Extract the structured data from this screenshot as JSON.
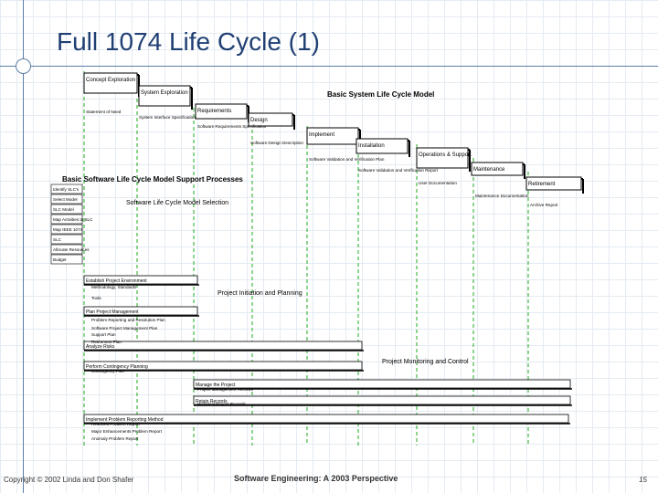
{
  "slide": {
    "title": "Full 1074 Life Cycle (1)",
    "footer_left": "Copyright © 2002 Linda and Don Shafer",
    "footer_center": "Software Engineering: A 2003 Perspective",
    "page_number": "15"
  },
  "diagram": {
    "basic_model_title": "Basic System Life Cycle Model",
    "support_title": "Basic Software Life Cycle Model Support Processes",
    "phases": [
      "Concept Exploration",
      "System Exploration",
      "Requirements",
      "Design",
      "Implement",
      "Installation",
      "Operations & Support",
      "Maintenance",
      "Retirement"
    ],
    "phase_outputs": [
      "Statement of Need",
      "System Interface Specification",
      "Software Requirements Specification",
      "Software Design Description",
      "Software Validation and Verification Plan",
      "Software Validation and Verification Report",
      "User Documentation",
      "Maintenance Documentation",
      "Archive Report"
    ],
    "left_labels": [
      "Identify SLC's",
      "Select Model",
      "SLC Model",
      "Map Activities to SLC",
      "Map IEEE 1074",
      "SLC",
      "Allocate Resources",
      "Budget"
    ],
    "selection_label": "Software Life Cycle Model Selection",
    "initiation_label": "Project Initiation and Planning",
    "monitoring_label": "Project Monitoring and Control",
    "process_bars": [
      "Establish Project Environment",
      "Plan Project Management",
      "Analyze Risks",
      "Perform Contingency Planning",
      "Manage the Project",
      "Retain Records",
      "Implement Problem Reporting Method"
    ],
    "sub_items": [
      "Methodology, Standards",
      "Tools",
      "Problem Reporting and Resolution Plan",
      "Software Project Management Plan",
      "Support Plan",
      "Retirement Plan",
      "Contingency Plan",
      "Project Management Records",
      "Historical Project Records",
      "Resolved Problem Report",
      "Major Enhancements Problem Report",
      "Anomaly Problem Report"
    ]
  }
}
